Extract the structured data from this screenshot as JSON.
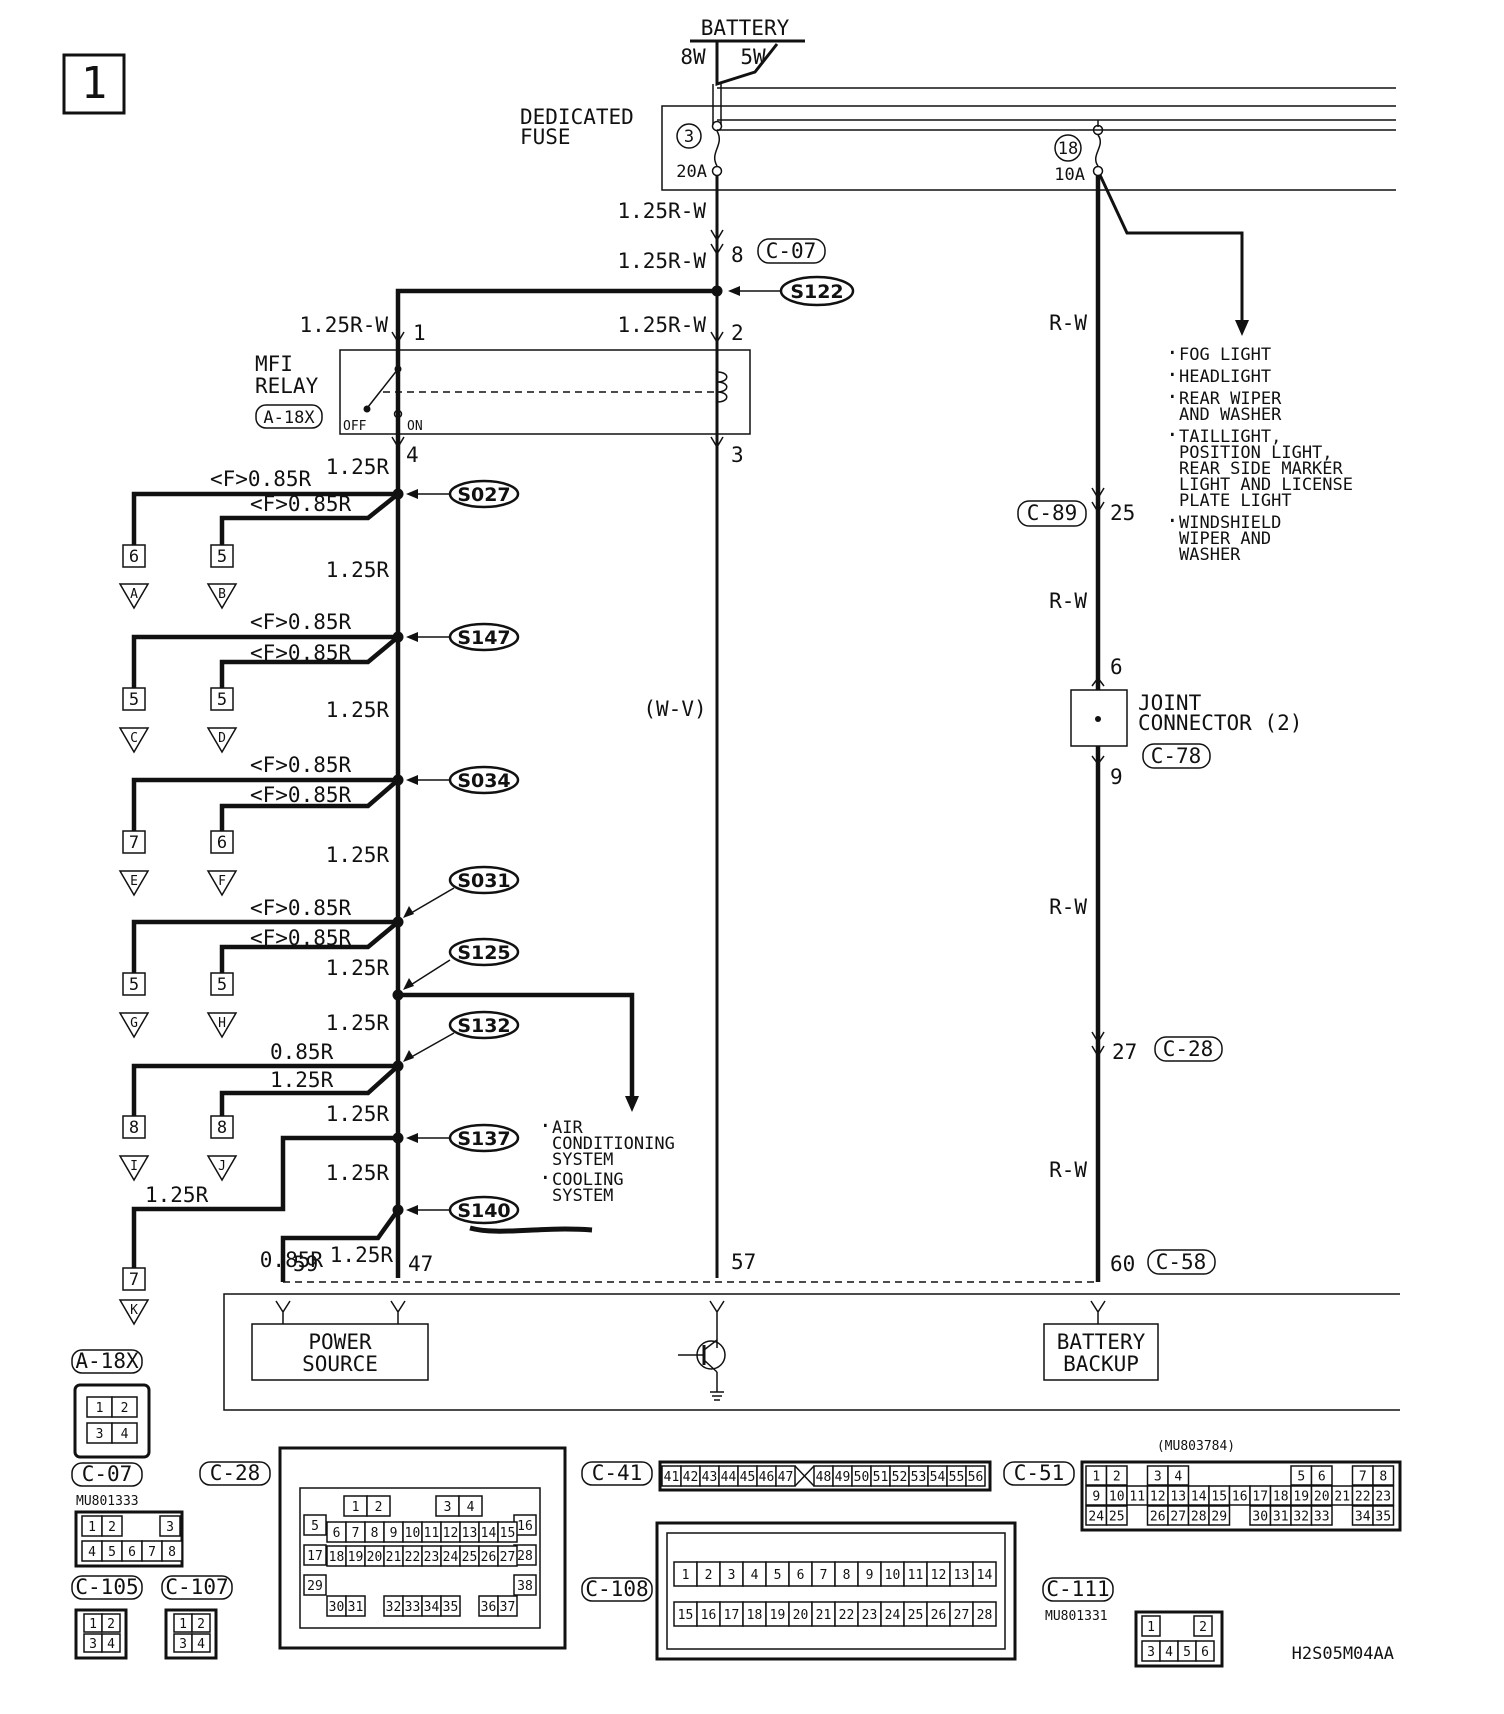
{
  "page_number": "1",
  "battery": {
    "label": "BATTERY",
    "wire_left": "8W",
    "wire_right": "5W"
  },
  "dedicated_fuse": {
    "label_line1": "DEDICATED",
    "label_line2": "FUSE",
    "fuse_a": {
      "number": "3",
      "rating": "20A"
    },
    "fuse_b": {
      "number": "18",
      "rating": "10A"
    }
  },
  "fused_loads": {
    "items": [
      [
        "FOG LIGHT"
      ],
      [
        "HEADLIGHT"
      ],
      [
        "REAR WIPER",
        "AND WASHER"
      ],
      [
        "TAILLIGHT,",
        "POSITION LIGHT,",
        "REAR SIDE MARKER",
        "LIGHT AND LICENSE",
        "PLATE LIGHT"
      ],
      [
        "WINDSHIELD",
        "WIPER AND",
        "WASHER"
      ]
    ]
  },
  "mfi_relay": {
    "label_line1": "MFI",
    "label_line2": "RELAY",
    "connector": "A-18X",
    "switch_off": "OFF",
    "switch_on": "ON",
    "pins": {
      "p1": "1",
      "p2": "2",
      "p3": "3",
      "p4": "4"
    }
  },
  "wires": {
    "w_125rw": "1.25R-W",
    "w_125r": "1.25R",
    "w_f085r": "<F>0.85R",
    "w_085r": "0.85R",
    "w_rw": "R-W",
    "w_wv": "(W-V)"
  },
  "connectors": {
    "c07": "C-07",
    "c89": "C-89",
    "c78": "C-78",
    "c28": "C-28",
    "c58": "C-58",
    "c41": "C-41",
    "c51": "C-51",
    "c105": "C-105",
    "c107": "C-107",
    "c108": "C-108",
    "c111": "C-111",
    "a18x": "A-18X"
  },
  "pins": {
    "c07_pin": "8",
    "c89_pin": "25",
    "c78_in": "6",
    "c78_out": "9",
    "c28_pin": "27",
    "c58_pin": "60",
    "ecu_59": "59",
    "ecu_47": "47",
    "ecu_57": "57"
  },
  "joint_connector": {
    "line1": "JOINT",
    "line2": "CONNECTOR (2)"
  },
  "splices": [
    "S122",
    "S027",
    "S147",
    "S034",
    "S031",
    "S125",
    "S132",
    "S137",
    "S140"
  ],
  "branches": [
    {
      "left_pin": "6",
      "left_letter": "A",
      "right_pin": "5",
      "right_letter": "B"
    },
    {
      "left_pin": "5",
      "left_letter": "C",
      "right_pin": "5",
      "right_letter": "D"
    },
    {
      "left_pin": "7",
      "left_letter": "E",
      "right_pin": "6",
      "right_letter": "F"
    },
    {
      "left_pin": "5",
      "left_letter": "G",
      "right_pin": "5",
      "right_letter": "H"
    },
    {
      "left_pin": "8",
      "left_letter": "I",
      "right_pin": "8",
      "right_letter": "J"
    },
    {
      "left_pin": "7",
      "left_letter": "K"
    }
  ],
  "ac_loads": {
    "items": [
      [
        "AIR",
        "CONDITIONING",
        "SYSTEM"
      ],
      [
        "COOLING",
        "SYSTEM"
      ]
    ]
  },
  "ecu_blocks": {
    "power_source_line1": "POWER",
    "power_source_line2": "SOURCE",
    "battery_backup_line1": "BATTERY",
    "battery_backup_line2": "BACKUP"
  },
  "part_numbers": {
    "c07": "MU801333",
    "c51": "(MU803784)",
    "c111": "MU801331"
  },
  "connector_faces": {
    "a18x": [
      "1",
      "2",
      "3",
      "4"
    ],
    "c07_top": [
      "1",
      "2",
      "3"
    ],
    "c07_bottom": [
      "4",
      "5",
      "6",
      "7",
      "8"
    ],
    "c105": [
      "1",
      "2",
      "3",
      "4"
    ],
    "c107": [
      "1",
      "2",
      "3",
      "4"
    ],
    "c111": [
      "1",
      "2",
      "3",
      "4",
      "5",
      "6"
    ],
    "c41": [
      "41",
      "42",
      "43",
      "44",
      "45",
      "46",
      "47",
      "",
      "48",
      "49",
      "50",
      "51",
      "52",
      "53",
      "54",
      "55",
      "56"
    ],
    "c51_row1": [
      "1",
      "2",
      "",
      "3",
      "4",
      "",
      "",
      "",
      "",
      "",
      "5",
      "6",
      "",
      "7",
      "8"
    ],
    "c51_row2": [
      "9",
      "10",
      "11",
      "12",
      "13",
      "14",
      "15",
      "16",
      "17",
      "18",
      "19",
      "20",
      "21",
      "22",
      "23"
    ],
    "c51_row3": [
      "24",
      "25",
      "",
      "26",
      "27",
      "28",
      "29",
      "",
      "30",
      "31",
      "32",
      "33",
      "",
      "34",
      "35"
    ],
    "c108_row1": [
      "1",
      "2",
      "3",
      "4",
      "5",
      "6",
      "7",
      "8",
      "9",
      "10",
      "11",
      "12",
      "13",
      "14"
    ],
    "c108_row2": [
      "15",
      "16",
      "17",
      "18",
      "19",
      "20",
      "21",
      "22",
      "23",
      "24",
      "25",
      "26",
      "27",
      "28"
    ],
    "c28_side_left": [
      "5",
      "17",
      "29"
    ],
    "c28_side_right": [
      "16",
      "28",
      "38"
    ],
    "c28_row0": [
      "1",
      "2",
      "",
      "",
      "3",
      "4"
    ],
    "c28_row1": [
      "6",
      "7",
      "8",
      "9",
      "10",
      "11",
      "12",
      "13",
      "14",
      "15"
    ],
    "c28_row2": [
      "18",
      "19",
      "20",
      "21",
      "22",
      "23",
      "24",
      "25",
      "26",
      "27"
    ],
    "c28_row3": [
      "30",
      "31",
      "",
      "32",
      "33",
      "34",
      "35",
      "",
      "36",
      "37"
    ]
  },
  "figure_code": "H2S05M04AA"
}
